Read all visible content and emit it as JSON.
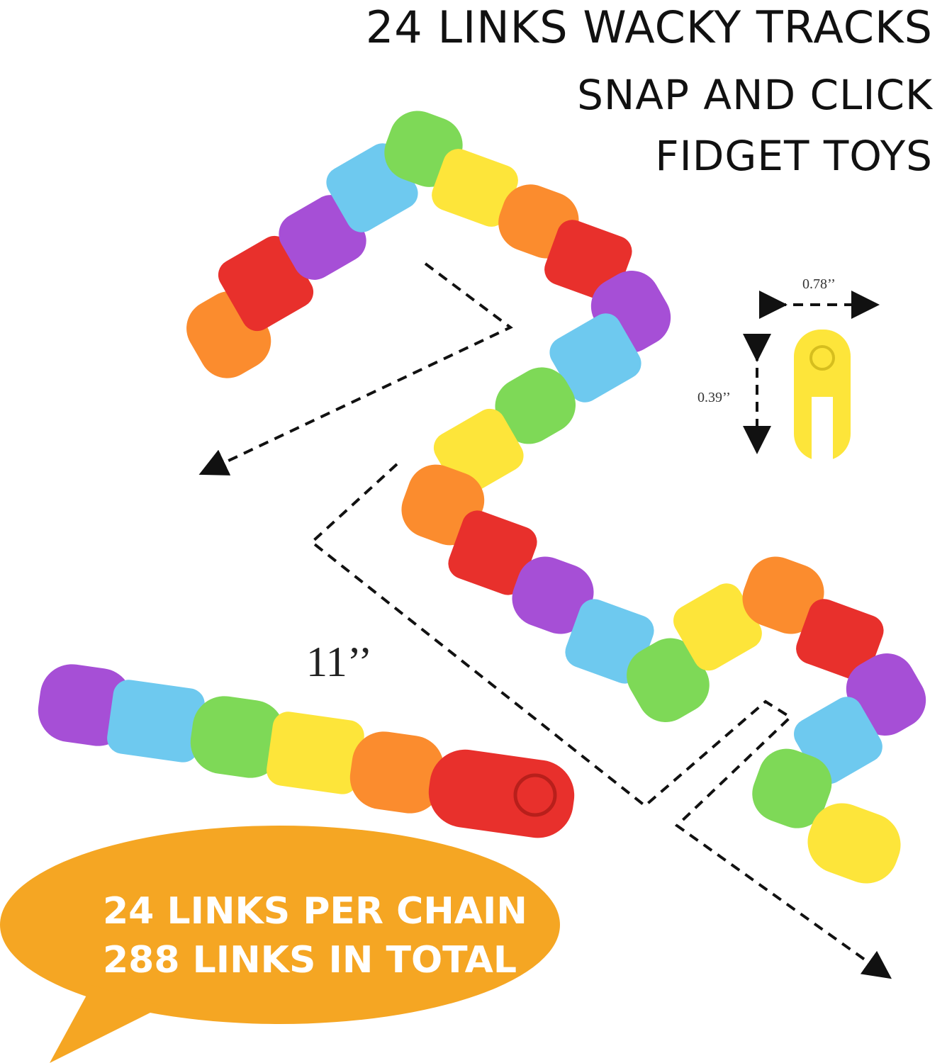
{
  "header": {
    "line1": "24 LINKS WACKY TRACKS",
    "line2": "SNAP AND CLICK",
    "line3": "FIDGET TOYS"
  },
  "dimensions": {
    "chain_length": "11’’",
    "link_width": "0.78’’",
    "link_height": "0.39’’"
  },
  "bubble": {
    "line1": "24 LINKS PER CHAIN",
    "line2": "288 LINKS IN TOTAL"
  },
  "colors": {
    "bubble": "#f5a623",
    "green": "#7ed957",
    "blue": "#6ec9ef",
    "purple": "#a64fd6",
    "red": "#e8302c",
    "orange": "#fb8c2e",
    "yellow": "#fde53a"
  }
}
